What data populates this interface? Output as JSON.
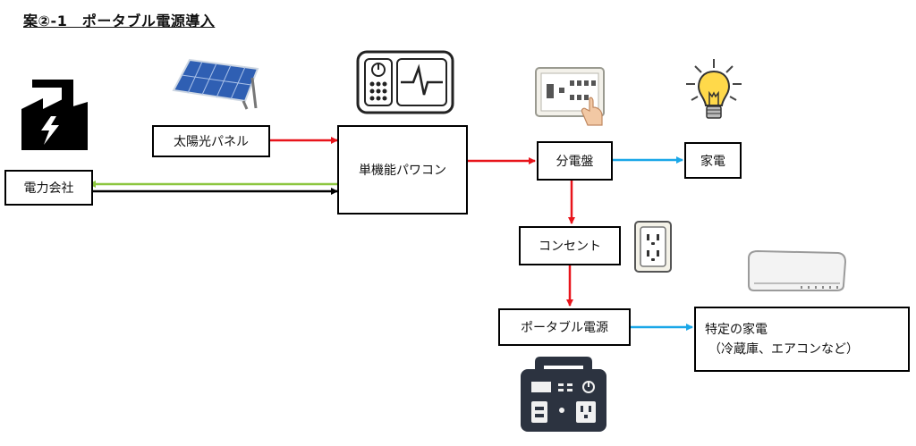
{
  "title": "案②-1　ポータブル電源導入",
  "nodes": {
    "solar_panel": "太陽光パネル",
    "power_company": "電力会社",
    "pcs": "単機能パワコン",
    "distribution_board": "分電盤",
    "appliances": "家電",
    "outlet": "コンセント",
    "portable_power": "ポータブル電源",
    "specific_appliances_line1": "特定の家電",
    "specific_appliances_line2": "（冷蔵庫、エアコンなど）"
  },
  "colors": {
    "red_arrow": "#e8141b",
    "blue_arrow": "#1aa7e8",
    "green_arrow": "#8cc63f",
    "black_arrow": "#000000"
  },
  "icons": [
    "factory-icon",
    "solar-panel-icon",
    "power-conditioner-icon",
    "breaker-panel-icon",
    "light-bulb-icon",
    "wall-outlet-icon",
    "air-conditioner-icon",
    "portable-battery-icon"
  ]
}
